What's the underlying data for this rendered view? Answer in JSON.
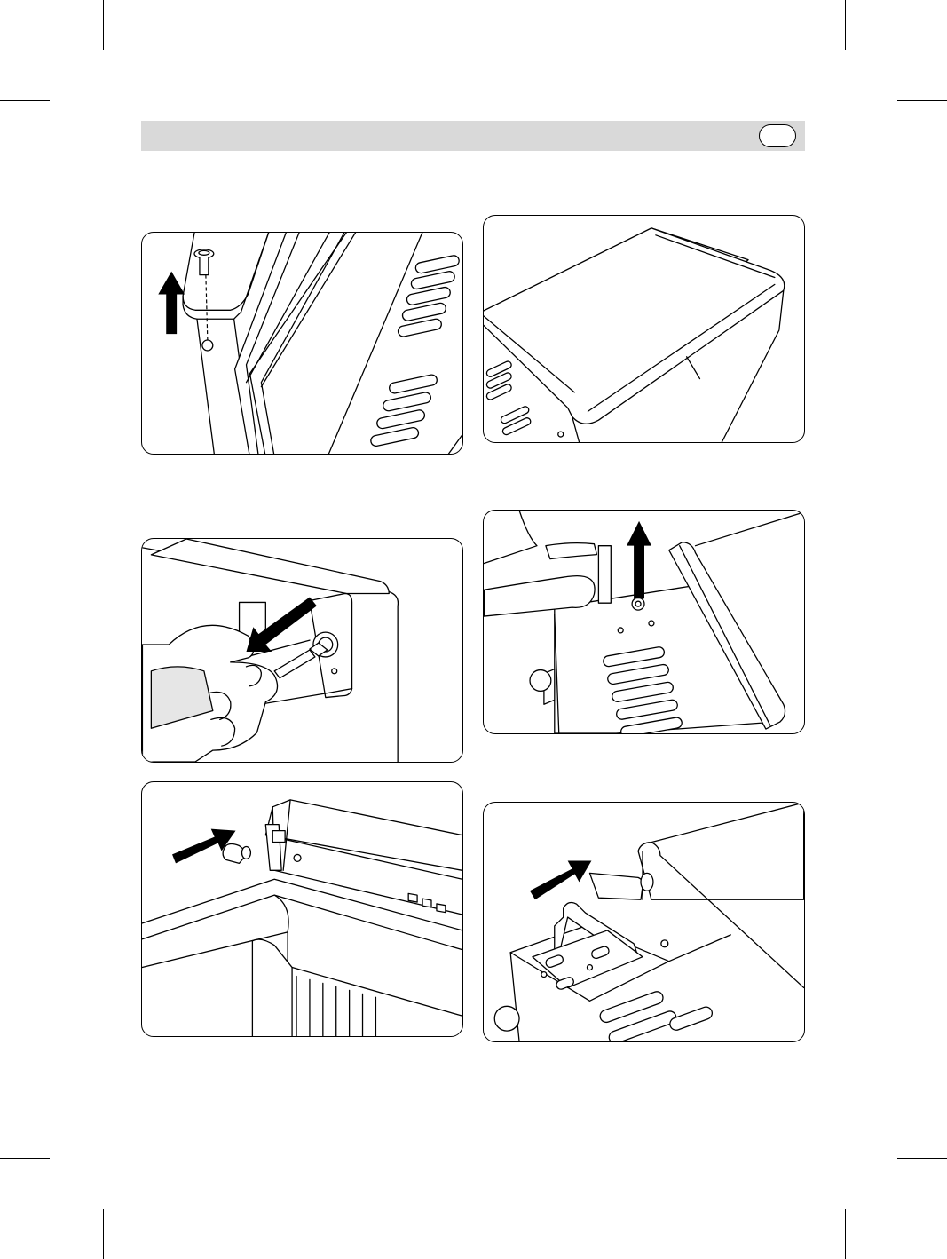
{
  "page": {
    "background": "#ffffff",
    "header_bar_color": "#d9d9d9"
  },
  "header": {
    "language_badge": ""
  },
  "figures": [
    {
      "id": "fig1",
      "subject": "remove-hinge-pin"
    },
    {
      "id": "fig2",
      "subject": "appliance-top-view"
    },
    {
      "id": "fig3",
      "subject": "unscrew-hinge-bush"
    },
    {
      "id": "fig4",
      "subject": "unscrew-top-screws"
    },
    {
      "id": "fig5",
      "subject": "insert-bush-opposite-side"
    },
    {
      "id": "fig6",
      "subject": "fit-hinge-bracket"
    }
  ]
}
